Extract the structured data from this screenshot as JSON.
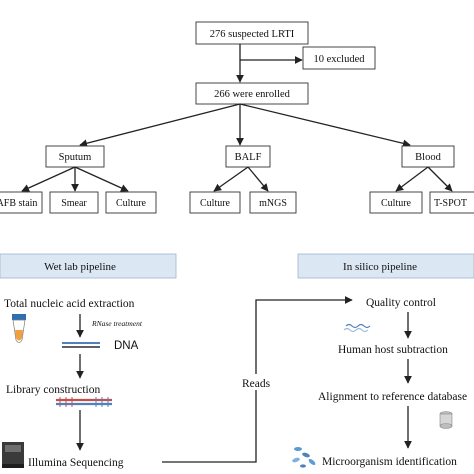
{
  "flowchart": {
    "suspected": "276 suspected LRTI",
    "excluded": "10 excluded",
    "enrolled": "266  were enrolled",
    "sputum": "Sputum",
    "balf": "BALF",
    "blood": "Blood",
    "afb_stain": "AFB stain",
    "smear": "Smear",
    "culture_sputum": "Culture",
    "culture_balf": "Culture",
    "mngs": "mNGS",
    "culture_blood": "Culture",
    "tspot": "T-SPOT"
  },
  "wet_lab": {
    "title": "Wet lab pipeline",
    "step1": "Total nucleic acid extraction",
    "rnase": "RNase treatment",
    "dna": "DNA",
    "step2": "Library construction",
    "step3": "Illumina Sequencing"
  },
  "reads_label": "Reads",
  "in_silico": {
    "title": "In silico pipeline",
    "step1": "Quality control",
    "step2": "Human host subtraction",
    "step3": "Alignment to reference database",
    "step4": "Microorganism identification"
  },
  "colors": {
    "header_fill": "#dbe7f3",
    "header_stroke": "#9fb6cc",
    "dna_red": "#c0504d",
    "dna_blue": "#4f81bd",
    "tube_blue": "#2f6fb0"
  }
}
